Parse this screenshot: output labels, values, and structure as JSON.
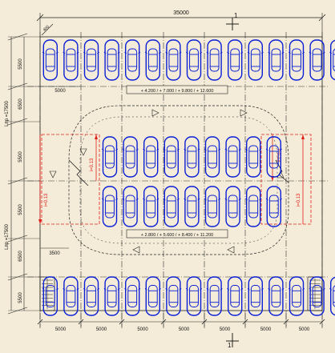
{
  "colors": {
    "background": "#f4ecd8",
    "cars": "#0a1fd6",
    "lines": "#222222",
    "red_dims": "#e0201a"
  },
  "dimensions": {
    "total_width": "35000",
    "top_small": "400",
    "slot_width_top": "5000",
    "slot_width_bottom": "5000",
    "aisle_offset": "3500",
    "left_rows": [
      "5500",
      "6500",
      "5500",
      "5500",
      "6500",
      "5500"
    ],
    "left_lengths": [
      "Lпр =17500",
      "Lпр =17500"
    ],
    "red_labels": [
      "i=0.13",
      "i=0.13",
      "i=0.13",
      "i=0.13"
    ]
  },
  "level_labels": {
    "upper": "+ 4.200  /  + 7.000  /  + 9.800  /  + 12.600",
    "lower": "+ 2.800  /  + 5.600  /  + 8.400  /  + 11.200"
  },
  "section_marks": {
    "top": "1",
    "bottom": "1"
  },
  "parking": {
    "top_row_count": 15,
    "middle_row_count": 9,
    "bottom_row_count": 15
  }
}
